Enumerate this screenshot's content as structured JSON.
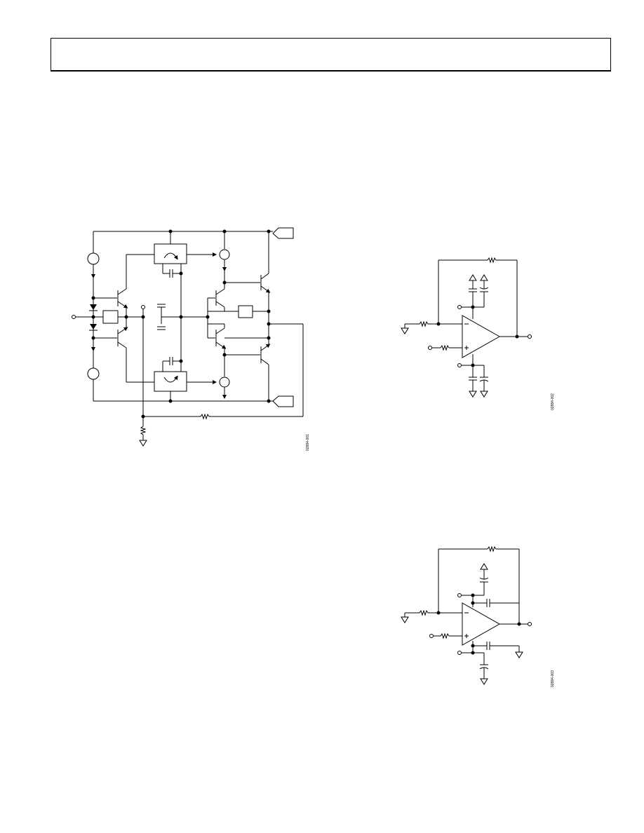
{
  "header": {
    "text": ""
  },
  "figures": [
    {
      "id_text": "02884-001"
    },
    {
      "id_text": "02884-002"
    },
    {
      "id_text": "02884-003"
    }
  ]
}
